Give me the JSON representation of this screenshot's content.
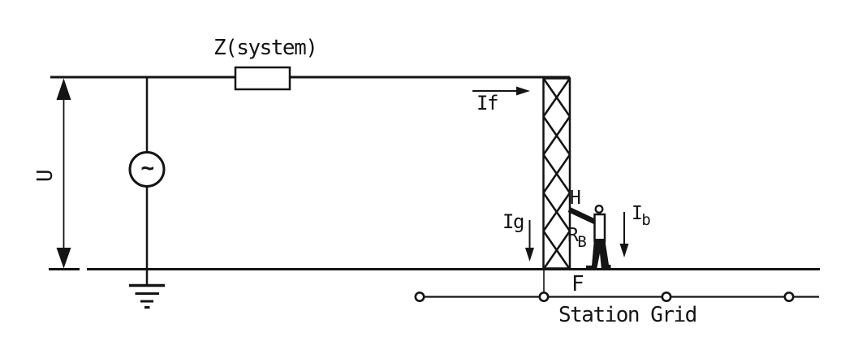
{
  "diagram": {
    "background_color": "#ffffff",
    "ink_color": "#141414",
    "source": {
      "voltage_label": "U",
      "ac_symbol": "~"
    },
    "impedance": {
      "label": "Z(system)"
    },
    "currents": {
      "fault_label": "If",
      "grid_label": "Ig",
      "body_base": "I",
      "body_sub": "b"
    },
    "person": {
      "hand_label": "H",
      "body_resistance_base": "R",
      "body_resistance_sub": "B",
      "foot_label": "F"
    },
    "station_grid": {
      "label": "Station Grid"
    }
  }
}
